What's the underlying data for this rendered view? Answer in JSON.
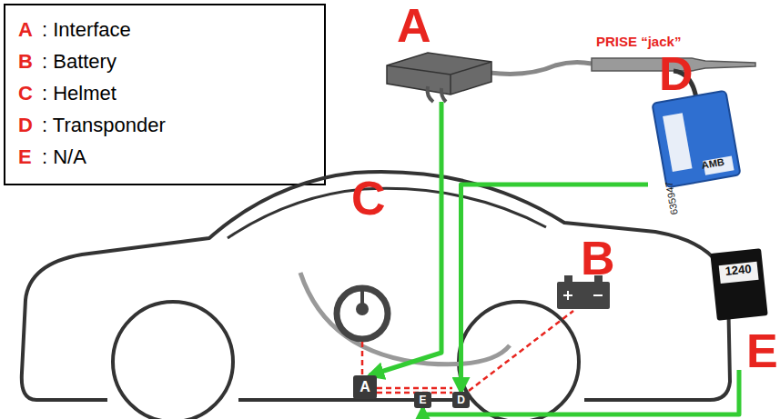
{
  "diagram": {
    "nodes": [
      {
        "text": [
          "A"
        ]
      },
      {
        "text": [
          "D",
          "635947",
          "AMB"
        ]
      },
      {
        "text": [
          "1240",
          "E"
        ]
      },
      {
        "text": [
          "A"
        ]
      },
      {
        "text": [
          "E"
        ]
      },
      {
        "text": [
          "D"
        ]
      }
    ],
    "edges": [
      {
        "from": 0,
        "to": 3,
        "arrow": "to"
      },
      {
        "from": 1,
        "to": 5,
        "arrow": "to"
      },
      {
        "from": 2,
        "to": 4,
        "arrow": "to"
      },
      {
        "from": 3,
        "to": 5,
        "arrow": "none"
      }
    ],
    "labels": [
      "A",
      ": Interface",
      "B",
      ": Battery",
      "C",
      ": Helmet",
      "D",
      ": Transponder",
      "E",
      ": N/A",
      "PRISE “jack”",
      "C",
      "B"
    ]
  }
}
